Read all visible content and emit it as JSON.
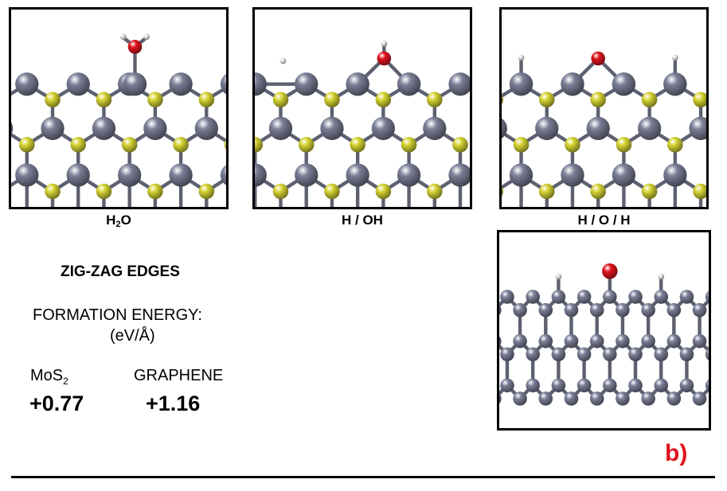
{
  "panels": [
    {
      "id": "h2o",
      "caption_main": "H",
      "caption_sub": "2",
      "caption_rest": "O"
    },
    {
      "id": "hoh",
      "caption_main": "H / OH",
      "caption_sub": "",
      "caption_rest": ""
    },
    {
      "id": "hoh2",
      "caption_main": "H / O / H",
      "caption_sub": "",
      "caption_rest": ""
    },
    {
      "id": "graphene",
      "caption_main": "",
      "caption_sub": "",
      "caption_rest": ""
    }
  ],
  "info": {
    "title": "ZIG-ZAG EDGES",
    "formation_label": "FORMATION ENERGY:",
    "unit": "(eV/Å)",
    "mos2_label_main": "MoS",
    "mos2_label_sub": "2",
    "graphene_label": "GRAPHENE",
    "mos2_value": "+0.77",
    "graphene_value": "+1.16"
  },
  "figure_label": "b)",
  "colors": {
    "mo": "#7b7f96",
    "s": "#d6d433",
    "o": "#e0141e",
    "h": "#e8e8e8",
    "c": "#7b7f96",
    "label": "#e0141e"
  }
}
